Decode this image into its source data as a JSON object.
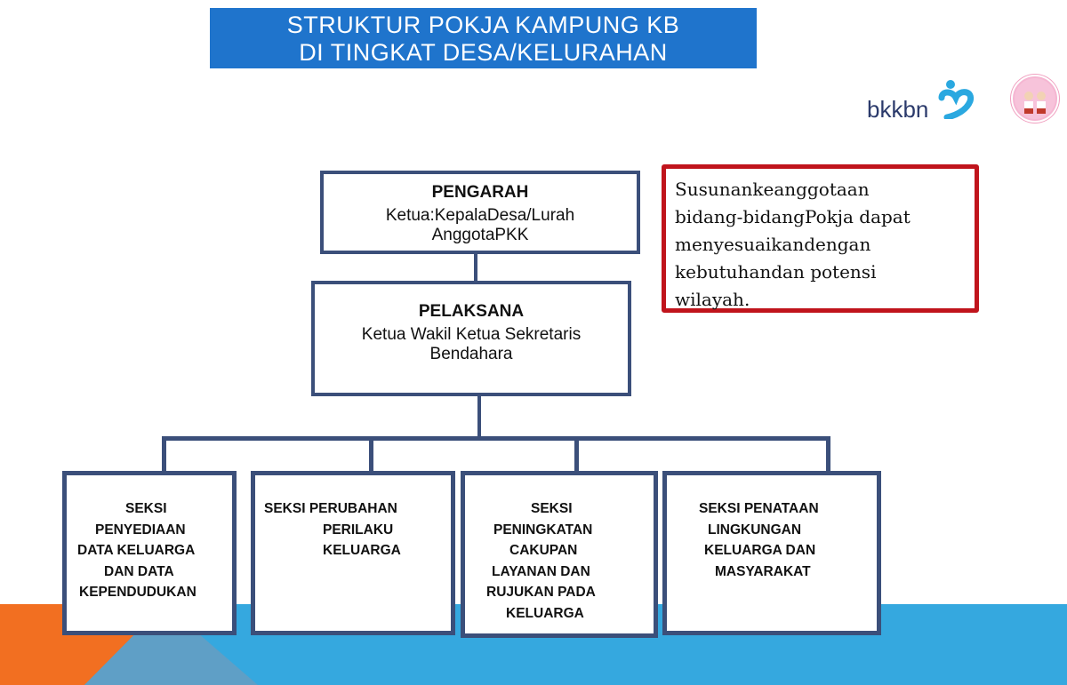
{
  "title": {
    "line1": "STRUKTUR  POKJA KAMPUNG KB",
    "line2": "DI TINGKAT  DESA/KELURAHAN"
  },
  "logo": {
    "text": "bkkbn",
    "icon": "bkkbn-heart-logo"
  },
  "badge": {
    "icon": "cartoon-children-badge"
  },
  "colors": {
    "banner": "#1f74cc",
    "box_border": "#3b4f7a",
    "note_border": "#c0141c",
    "band_blue": "#35a8df",
    "band_orange": "#f26f21"
  },
  "pengarah": {
    "heading": "PENGARAH",
    "line1": "Ketua:KepalaDesa/Lurah",
    "line2": "AnggotaPKK"
  },
  "pelaksana": {
    "heading": "PELAKSANA",
    "line1": "Ketua  Wakil Ketua  Sekretaris",
    "line2": "Bendahara"
  },
  "note": {
    "line1": "Susunankeanggotaan",
    "line2": "bidang-bidangPokja dapat",
    "line3": "menyesuaikandengan",
    "line4": "kebutuhandan potensi",
    "line5": "wilayah."
  },
  "seksi": [
    {
      "lines": [
        "SEKSI",
        "PENYEDIAAN",
        "DATA KELUARGA",
        "DAN  DATA",
        "KEPENDUDUKAN"
      ]
    },
    {
      "lines": [
        "SEKSI PERUBAHAN",
        "PERILAKU",
        "KELUARGA"
      ]
    },
    {
      "lines": [
        "SEKSI",
        "PENINGKATAN",
        "CAKUPAN",
        "LAYANAN   DAN",
        "RUJUKAN PADA",
        "KELUARGA"
      ]
    },
    {
      "lines": [
        "SEKSI PENATAAN",
        "LINGKUNGAN",
        "KELUARGA DAN",
        "MASYARAKAT"
      ]
    }
  ]
}
